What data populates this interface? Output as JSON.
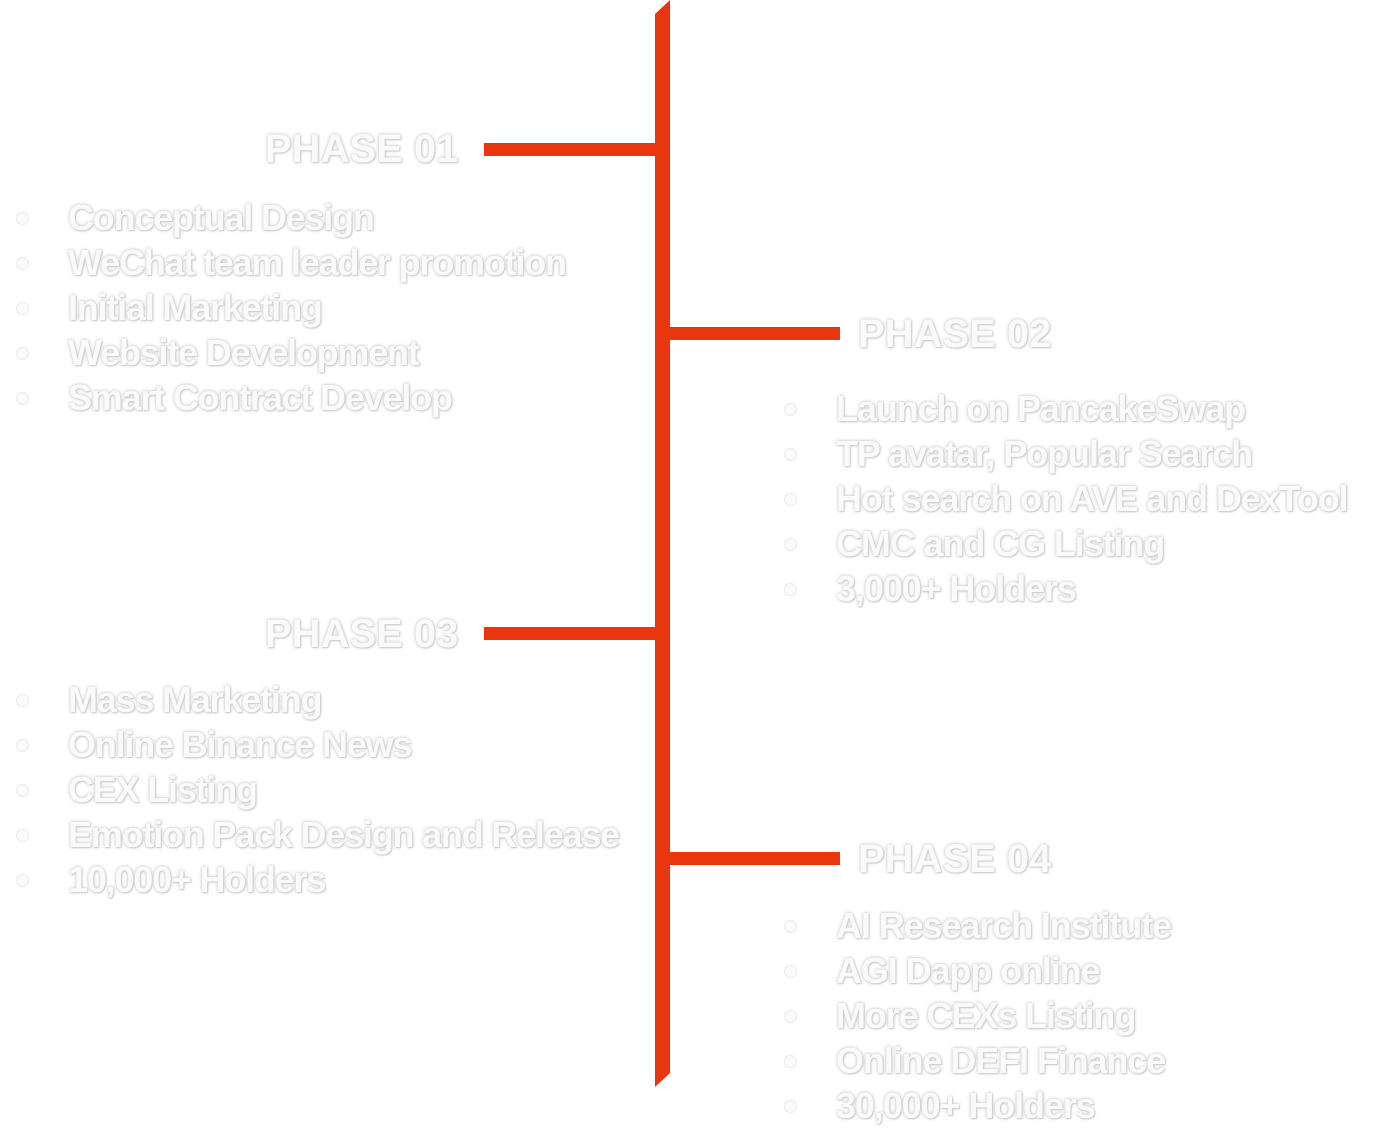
{
  "colors": {
    "line": "#e8360f",
    "text": "#fafafa",
    "text_shadow": "#c9c9c9"
  },
  "phases": [
    {
      "title": "PHASE 01",
      "items": [
        "Conceptual Design",
        "WeChat team leader promotion",
        "Initial Marketing",
        "Website Development",
        "Smart Contract Develop"
      ]
    },
    {
      "title": "PHASE 02",
      "items": [
        "Launch on PancakeSwap",
        "TP avatar, Popular Search",
        "Hot search on AVE and DexTool",
        "CMC and CG Listing",
        "3,000+ Holders"
      ]
    },
    {
      "title": "PHASE 03",
      "items": [
        "Mass Marketing",
        "Online Binance News",
        "CEX Listing",
        "Emotion Pack Design and Release",
        "10,000+ Holders"
      ]
    },
    {
      "title": "PHASE 04",
      "items": [
        "AI Research Institute",
        "AGI Dapp online",
        "More CEXs Listing",
        "Online DEFI Finance",
        "30,000+ Holders"
      ]
    }
  ]
}
